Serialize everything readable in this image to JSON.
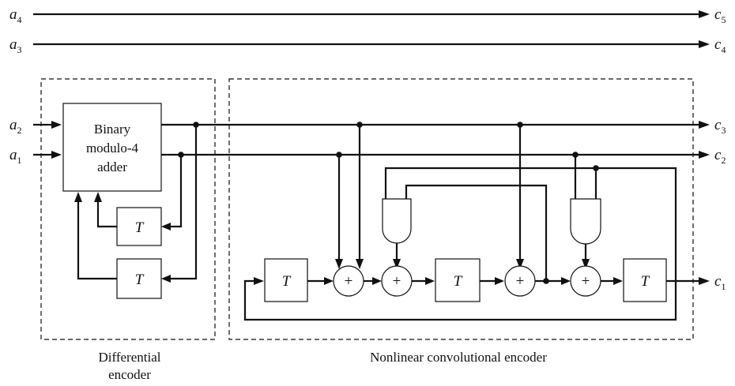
{
  "inputs": {
    "a4": {
      "base": "a",
      "sub": "4"
    },
    "a3": {
      "base": "a",
      "sub": "3"
    },
    "a2": {
      "base": "a",
      "sub": "2"
    },
    "a1": {
      "base": "a",
      "sub": "1"
    }
  },
  "outputs": {
    "c5": {
      "base": "c",
      "sub": "5"
    },
    "c4": {
      "base": "c",
      "sub": "4"
    },
    "c3": {
      "base": "c",
      "sub": "3"
    },
    "c2": {
      "base": "c",
      "sub": "2"
    },
    "c1": {
      "base": "c",
      "sub": "1"
    }
  },
  "adder": {
    "line1": "Binary",
    "line2": "modulo-4",
    "line3": "adder"
  },
  "delay_label": "T",
  "plus_label": "+",
  "captions": {
    "differential_line1": "Differential",
    "differential_line2": "encoder",
    "nonlinear": "Nonlinear convolutional encoder"
  }
}
